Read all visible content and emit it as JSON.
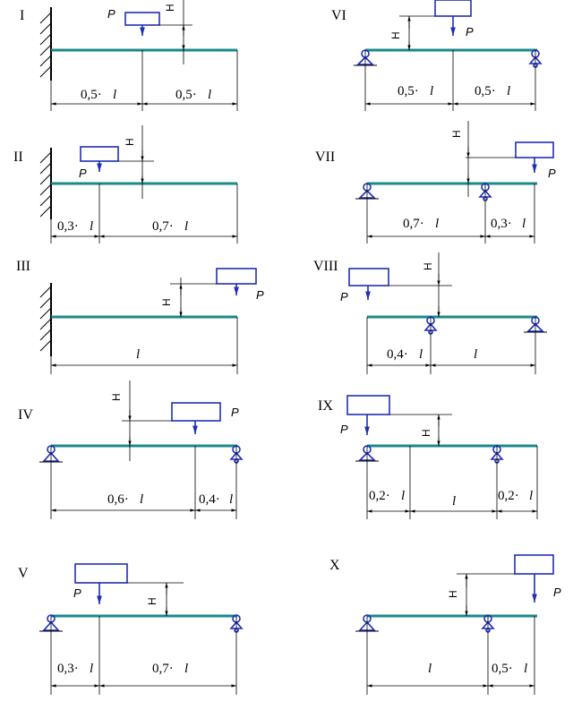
{
  "load_label": "P",
  "height_label": "H",
  "schemes": [
    {
      "roman": "I",
      "dims": [
        "0,5·",
        "0,5·"
      ]
    },
    {
      "roman": "II",
      "dims": [
        "0,3·",
        "0,7·"
      ]
    },
    {
      "roman": "III",
      "dims": [
        ""
      ]
    },
    {
      "roman": "IV",
      "dims": [
        "0,6·",
        "0,4·"
      ]
    },
    {
      "roman": "V",
      "dims": [
        "0,3·",
        "0,7·"
      ]
    },
    {
      "roman": "VI",
      "dims": [
        "0,5·",
        "0,5·"
      ]
    },
    {
      "roman": "VII",
      "dims": [
        "0,7·",
        "0,3·"
      ]
    },
    {
      "roman": "VIII",
      "dims": [
        "0,4·",
        ""
      ]
    },
    {
      "roman": "IX",
      "dims": [
        "0,2·",
        "",
        "0,2·"
      ]
    },
    {
      "roman": "X",
      "dims": [
        "",
        "0,5·"
      ]
    }
  ],
  "length_symbol": "l"
}
